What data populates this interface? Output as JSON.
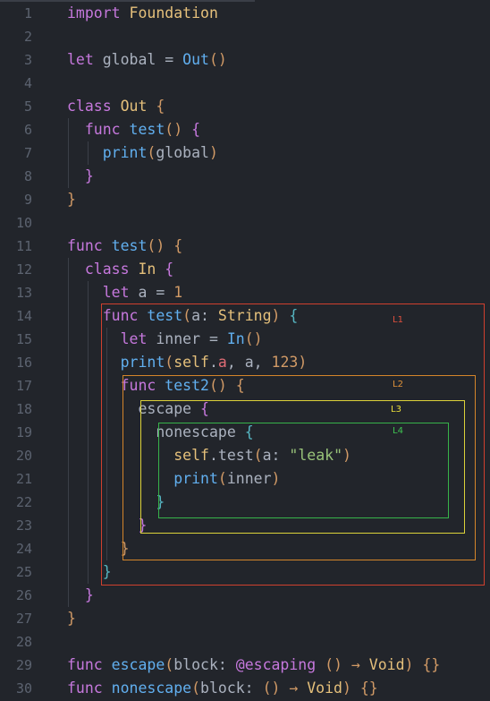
{
  "colors": {
    "background": "#22252b",
    "gutter_text": "#5c6370",
    "plain": "#abb2bf",
    "keyword": "#c678dd",
    "type": "#e5c07b",
    "function": "#61afef",
    "number": "#d19a66",
    "string": "#98c379",
    "property": "#e06c75",
    "paren": "#d19a66",
    "brace_outer": "#d19a66",
    "brace_inner": "#c678dd",
    "brace_deep": "#56b6c2",
    "box_l1": "#d0402e",
    "box_l2": "#d4852a",
    "box_l3": "#dcd23a",
    "box_l4": "#37b34a"
  },
  "box_labels": {
    "l1": "L1",
    "l2": "L2",
    "l3": "L3",
    "l4": "L4"
  },
  "lines": [
    {
      "n": "1",
      "tokens": [
        [
          "import ",
          "keyword"
        ],
        [
          "Foundation",
          "type"
        ]
      ]
    },
    {
      "n": "2",
      "tokens": []
    },
    {
      "n": "3",
      "tokens": [
        [
          "let ",
          "keyword"
        ],
        [
          "global = ",
          "plain"
        ],
        [
          "Out",
          "function"
        ],
        [
          "()",
          "paren"
        ]
      ]
    },
    {
      "n": "4",
      "tokens": []
    },
    {
      "n": "5",
      "tokens": [
        [
          "class ",
          "keyword"
        ],
        [
          "Out ",
          "type"
        ],
        [
          "{",
          "brace_outer"
        ]
      ]
    },
    {
      "n": "6",
      "tokens": [
        [
          "  ",
          "plain"
        ],
        [
          "func ",
          "keyword"
        ],
        [
          "test",
          "function"
        ],
        [
          "() ",
          "paren"
        ],
        [
          "{",
          "brace_inner"
        ]
      ]
    },
    {
      "n": "7",
      "tokens": [
        [
          "    ",
          "plain"
        ],
        [
          "print",
          "function"
        ],
        [
          "(",
          "paren"
        ],
        [
          "global",
          "plain"
        ],
        [
          ")",
          "paren"
        ]
      ]
    },
    {
      "n": "8",
      "tokens": [
        [
          "  ",
          "plain"
        ],
        [
          "}",
          "brace_inner"
        ]
      ]
    },
    {
      "n": "9",
      "tokens": [
        [
          "}",
          "brace_outer"
        ]
      ]
    },
    {
      "n": "10",
      "tokens": []
    },
    {
      "n": "11",
      "tokens": [
        [
          "func ",
          "keyword"
        ],
        [
          "test",
          "function"
        ],
        [
          "() ",
          "paren"
        ],
        [
          "{",
          "brace_outer"
        ]
      ]
    },
    {
      "n": "12",
      "tokens": [
        [
          "  ",
          "plain"
        ],
        [
          "class ",
          "keyword"
        ],
        [
          "In ",
          "type"
        ],
        [
          "{",
          "brace_inner"
        ]
      ]
    },
    {
      "n": "13",
      "tokens": [
        [
          "    ",
          "plain"
        ],
        [
          "let ",
          "keyword"
        ],
        [
          "a = ",
          "plain"
        ],
        [
          "1",
          "number"
        ]
      ]
    },
    {
      "n": "14",
      "tokens": [
        [
          "    ",
          "plain"
        ],
        [
          "func ",
          "keyword"
        ],
        [
          "test",
          "function"
        ],
        [
          "(",
          "paren"
        ],
        [
          "a: ",
          "plain"
        ],
        [
          "String",
          "type"
        ],
        [
          ") ",
          "paren"
        ],
        [
          "{",
          "brace_deep"
        ]
      ]
    },
    {
      "n": "15",
      "tokens": [
        [
          "      ",
          "plain"
        ],
        [
          "let ",
          "keyword"
        ],
        [
          "inner = ",
          "plain"
        ],
        [
          "In",
          "function"
        ],
        [
          "()",
          "paren"
        ]
      ]
    },
    {
      "n": "16",
      "tokens": [
        [
          "      ",
          "plain"
        ],
        [
          "print",
          "function"
        ],
        [
          "(",
          "paren"
        ],
        [
          "self",
          "type"
        ],
        [
          ".",
          "plain"
        ],
        [
          "a",
          "property"
        ],
        [
          ", a, ",
          "plain"
        ],
        [
          "123",
          "number"
        ],
        [
          ")",
          "paren"
        ]
      ]
    },
    {
      "n": "17",
      "tokens": [
        [
          "      ",
          "plain"
        ],
        [
          "func ",
          "keyword"
        ],
        [
          "test2",
          "function"
        ],
        [
          "() ",
          "paren"
        ],
        [
          "{",
          "brace_outer"
        ]
      ]
    },
    {
      "n": "18",
      "tokens": [
        [
          "        ",
          "plain"
        ],
        [
          "escape ",
          "plain"
        ],
        [
          "{",
          "brace_inner"
        ]
      ]
    },
    {
      "n": "19",
      "tokens": [
        [
          "          ",
          "plain"
        ],
        [
          "nonescape ",
          "plain"
        ],
        [
          "{",
          "brace_deep"
        ]
      ]
    },
    {
      "n": "20",
      "tokens": [
        [
          "            ",
          "plain"
        ],
        [
          "self",
          "type"
        ],
        [
          ".",
          "plain"
        ],
        [
          "test",
          "plain"
        ],
        [
          "(",
          "paren"
        ],
        [
          "a: ",
          "plain"
        ],
        [
          "\"leak\"",
          "string"
        ],
        [
          ")",
          "paren"
        ]
      ]
    },
    {
      "n": "21",
      "tokens": [
        [
          "            ",
          "plain"
        ],
        [
          "print",
          "function"
        ],
        [
          "(",
          "paren"
        ],
        [
          "inner",
          "plain"
        ],
        [
          ")",
          "paren"
        ]
      ]
    },
    {
      "n": "22",
      "tokens": [
        [
          "          ",
          "plain"
        ],
        [
          "}",
          "brace_deep"
        ]
      ]
    },
    {
      "n": "23",
      "tokens": [
        [
          "        ",
          "plain"
        ],
        [
          "}",
          "brace_inner"
        ]
      ]
    },
    {
      "n": "24",
      "tokens": [
        [
          "      ",
          "plain"
        ],
        [
          "}",
          "brace_outer"
        ]
      ]
    },
    {
      "n": "25",
      "tokens": [
        [
          "    ",
          "plain"
        ],
        [
          "}",
          "brace_deep"
        ]
      ]
    },
    {
      "n": "26",
      "tokens": [
        [
          "  ",
          "plain"
        ],
        [
          "}",
          "brace_inner"
        ]
      ]
    },
    {
      "n": "27",
      "tokens": [
        [
          "}",
          "brace_outer"
        ]
      ]
    },
    {
      "n": "28",
      "tokens": []
    },
    {
      "n": "29",
      "tokens": [
        [
          "func ",
          "keyword"
        ],
        [
          "escape",
          "function"
        ],
        [
          "(",
          "paren"
        ],
        [
          "block: ",
          "plain"
        ],
        [
          "@escaping ",
          "keyword"
        ],
        [
          "() → ",
          "paren"
        ],
        [
          "Void",
          "type"
        ],
        [
          ") ",
          "paren"
        ],
        [
          "{}",
          "brace_outer"
        ]
      ]
    },
    {
      "n": "30",
      "tokens": [
        [
          "func ",
          "keyword"
        ],
        [
          "nonescape",
          "function"
        ],
        [
          "(",
          "paren"
        ],
        [
          "block: ",
          "plain"
        ],
        [
          "() → ",
          "paren"
        ],
        [
          "Void",
          "type"
        ],
        [
          ") ",
          "paren"
        ],
        [
          "{}",
          "brace_outer"
        ]
      ]
    }
  ]
}
